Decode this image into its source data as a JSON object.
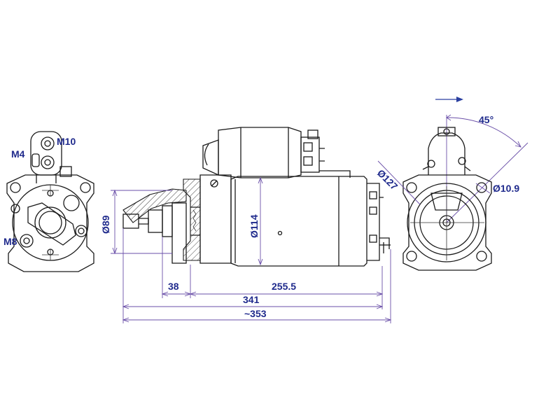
{
  "colors": {
    "line": "#1a1a1a",
    "dimension": "#6a4fa8",
    "label": "#1f2a8c",
    "arrow": "#2a3fa0"
  },
  "labels": {
    "m10": "M10",
    "m4": "M4",
    "m8": "M8",
    "angle": "45°",
    "d127": "Ø127",
    "d10_9": "Ø10.9",
    "d89": "Ø89",
    "d114": "Ø114"
  },
  "dimensions": {
    "len_38": "38",
    "len_255_5": "255.5",
    "len_341": "341",
    "len_353": "~353"
  }
}
